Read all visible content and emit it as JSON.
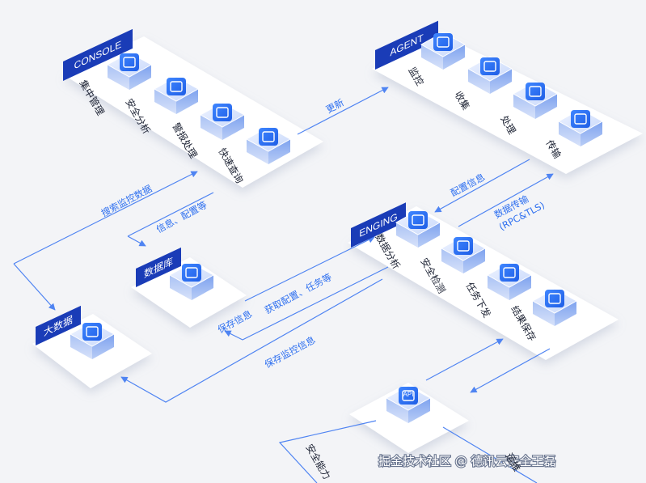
{
  "console": {
    "tag": "CONSOLE",
    "items": [
      "集中管理",
      "安全分析",
      "警报处理",
      "快速查询"
    ]
  },
  "agent": {
    "tag": "AGENT",
    "items": [
      "监控",
      "收集",
      "处理",
      "传输"
    ]
  },
  "engine": {
    "tag": "ENGING",
    "items": [
      "数据分析",
      "安全检测",
      "任务下发",
      "结果保存"
    ]
  },
  "database": {
    "tag": "数据库"
  },
  "bigdata": {
    "tag": "大数据"
  },
  "api": {
    "icon_text": "API",
    "items": [
      "安全能力",
      "运维"
    ]
  },
  "flows": {
    "update": "更新",
    "config_info": "配置信息",
    "data_transfer_1": "数据传输",
    "data_transfer_2": "(RPC&TLS)",
    "search_monitor": "搜索监控数据",
    "info_config": "信息、配置等",
    "get_config_task": "获取配置、任务等",
    "save_info": "保存信息",
    "save_monitor_info": "保存监控信息"
  },
  "watermark": "掘金技术社区 @ 德讯云安全王磊"
}
